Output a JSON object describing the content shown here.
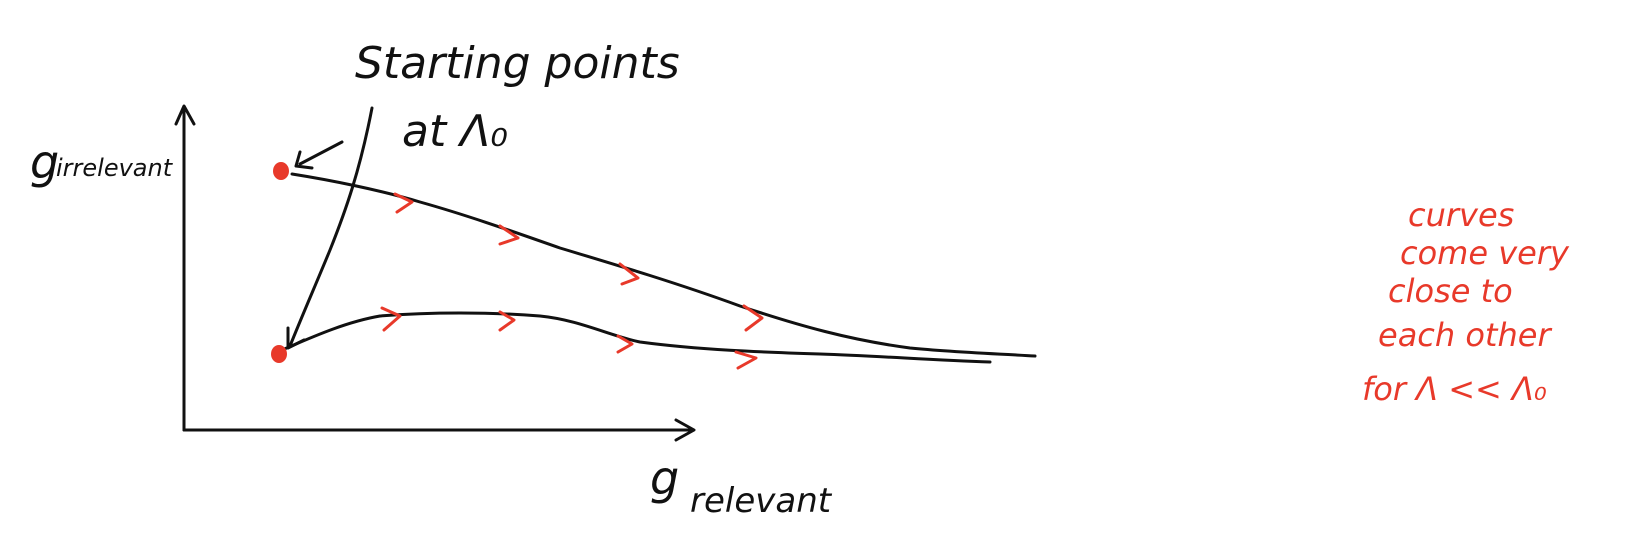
{
  "labels": {
    "y_axis_label_main": "g",
    "y_axis_label_sub": "irrelevant",
    "x_axis_label_main": "g",
    "x_axis_label_sub": "relevant",
    "starting_points_line1": "Starting points",
    "starting_points_line2": "at  Λ₀"
  },
  "note": {
    "line1": "curves",
    "line2": "come very",
    "line3": "close to",
    "line4": "each other",
    "line5": "for  Λ << Λ₀"
  },
  "colors": {
    "ink": "#111111",
    "accent": "#e8392a"
  },
  "icons": {
    "start_marker": "dot",
    "flow_marker": "chevron-right"
  }
}
